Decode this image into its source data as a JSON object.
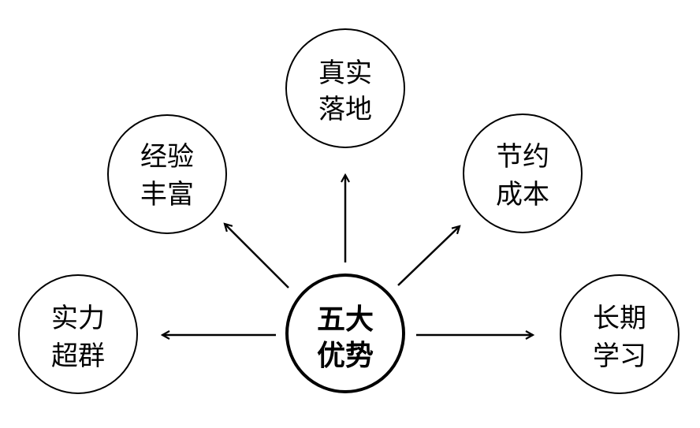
{
  "center": {
    "line1": "五大",
    "line2": "优势"
  },
  "nodes": [
    {
      "line1": "真实",
      "line2": "落地"
    },
    {
      "line1": "经验",
      "line2": "丰富"
    },
    {
      "line1": "节约",
      "line2": "成本"
    },
    {
      "line1": "实力",
      "line2": "超群"
    },
    {
      "line1": "长期",
      "line2": "学习"
    }
  ]
}
